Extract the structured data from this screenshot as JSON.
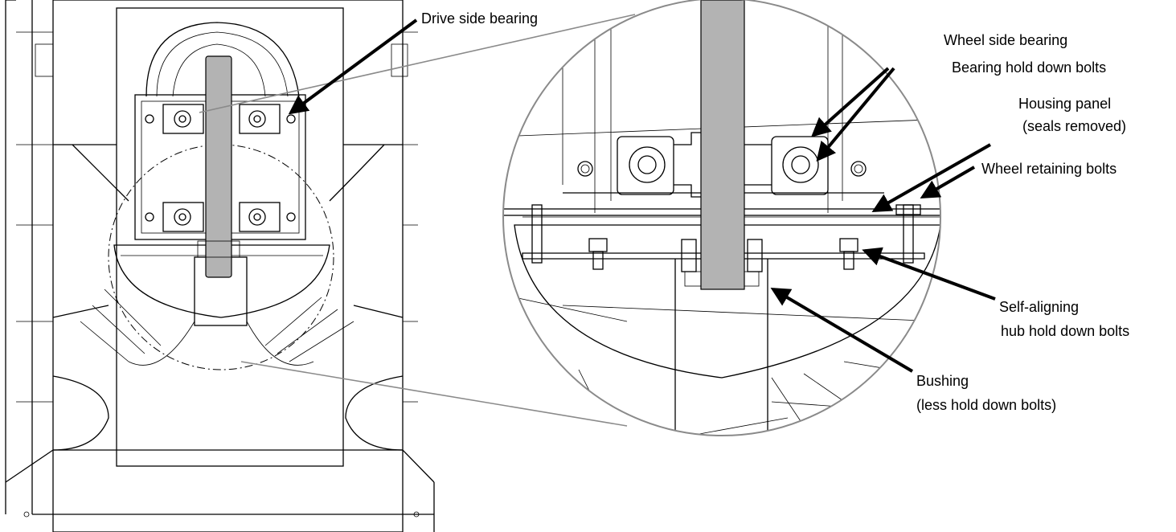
{
  "callouts": {
    "drive_side_bearing": "Drive side bearing",
    "wheel_side_bearing": "Wheel side bearing",
    "bearing_hold_down_bolts": "Bearing hold down bolts",
    "housing_panel_line1": "Housing  panel",
    "housing_panel_line2": "(seals removed)",
    "wheel_retaining_bolts": "Wheel retaining bolts",
    "self_aligning_line1": "Self-aligning",
    "self_aligning_line2": "hub hold down bolts",
    "bushing_line1": "Bushing",
    "bushing_line2": "(less hold down bolts)"
  },
  "colors": {
    "shaft": "#b3b3b3",
    "zoom_outline": "#8a8a8a",
    "line": "#000000"
  }
}
